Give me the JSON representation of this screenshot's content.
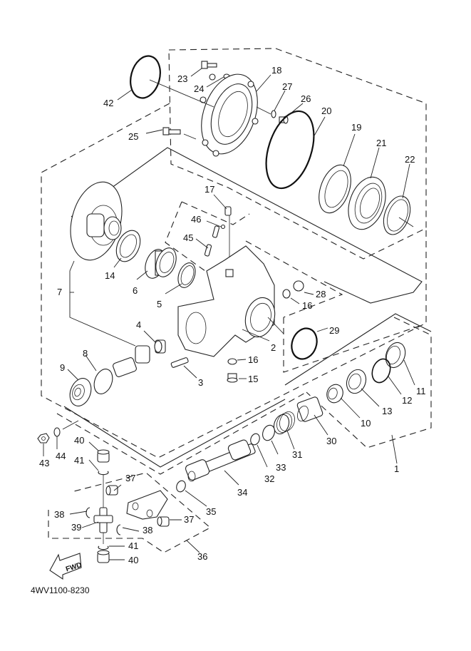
{
  "diagram": {
    "title": "Drive Shaft / Front Differential Assembly",
    "drawing_code": "4WV1100-8230",
    "fwd_label": "FWD",
    "callouts": [
      {
        "id": "c1",
        "num": "1"
      },
      {
        "id": "c2",
        "num": "2"
      },
      {
        "id": "c3",
        "num": "3"
      },
      {
        "id": "c4",
        "num": "4"
      },
      {
        "id": "c5",
        "num": "5"
      },
      {
        "id": "c6",
        "num": "6"
      },
      {
        "id": "c7",
        "num": "7"
      },
      {
        "id": "c8",
        "num": "8"
      },
      {
        "id": "c9",
        "num": "9"
      },
      {
        "id": "c10",
        "num": "10"
      },
      {
        "id": "c11",
        "num": "11"
      },
      {
        "id": "c12",
        "num": "12"
      },
      {
        "id": "c13",
        "num": "13"
      },
      {
        "id": "c14",
        "num": "14"
      },
      {
        "id": "c15",
        "num": "15"
      },
      {
        "id": "c16a",
        "num": "16"
      },
      {
        "id": "c16b",
        "num": "16"
      },
      {
        "id": "c17",
        "num": "17"
      },
      {
        "id": "c18",
        "num": "18"
      },
      {
        "id": "c19",
        "num": "19"
      },
      {
        "id": "c20",
        "num": "20"
      },
      {
        "id": "c21",
        "num": "21"
      },
      {
        "id": "c22",
        "num": "22"
      },
      {
        "id": "c23",
        "num": "23"
      },
      {
        "id": "c24",
        "num": "24"
      },
      {
        "id": "c25",
        "num": "25"
      },
      {
        "id": "c26",
        "num": "26"
      },
      {
        "id": "c27",
        "num": "27"
      },
      {
        "id": "c28",
        "num": "28"
      },
      {
        "id": "c29",
        "num": "29"
      },
      {
        "id": "c30",
        "num": "30"
      },
      {
        "id": "c31",
        "num": "31"
      },
      {
        "id": "c32",
        "num": "32"
      },
      {
        "id": "c33",
        "num": "33"
      },
      {
        "id": "c34",
        "num": "34"
      },
      {
        "id": "c35",
        "num": "35"
      },
      {
        "id": "c36",
        "num": "36"
      },
      {
        "id": "c37a",
        "num": "37"
      },
      {
        "id": "c37b",
        "num": "37"
      },
      {
        "id": "c38a",
        "num": "38"
      },
      {
        "id": "c38b",
        "num": "38"
      },
      {
        "id": "c39",
        "num": "39"
      },
      {
        "id": "c40a",
        "num": "40"
      },
      {
        "id": "c40b",
        "num": "40"
      },
      {
        "id": "c41a",
        "num": "41"
      },
      {
        "id": "c41b",
        "num": "41"
      },
      {
        "id": "c42",
        "num": "42"
      },
      {
        "id": "c43",
        "num": "43"
      },
      {
        "id": "c44",
        "num": "44"
      },
      {
        "id": "c45",
        "num": "45"
      },
      {
        "id": "c46",
        "num": "46"
      }
    ]
  }
}
